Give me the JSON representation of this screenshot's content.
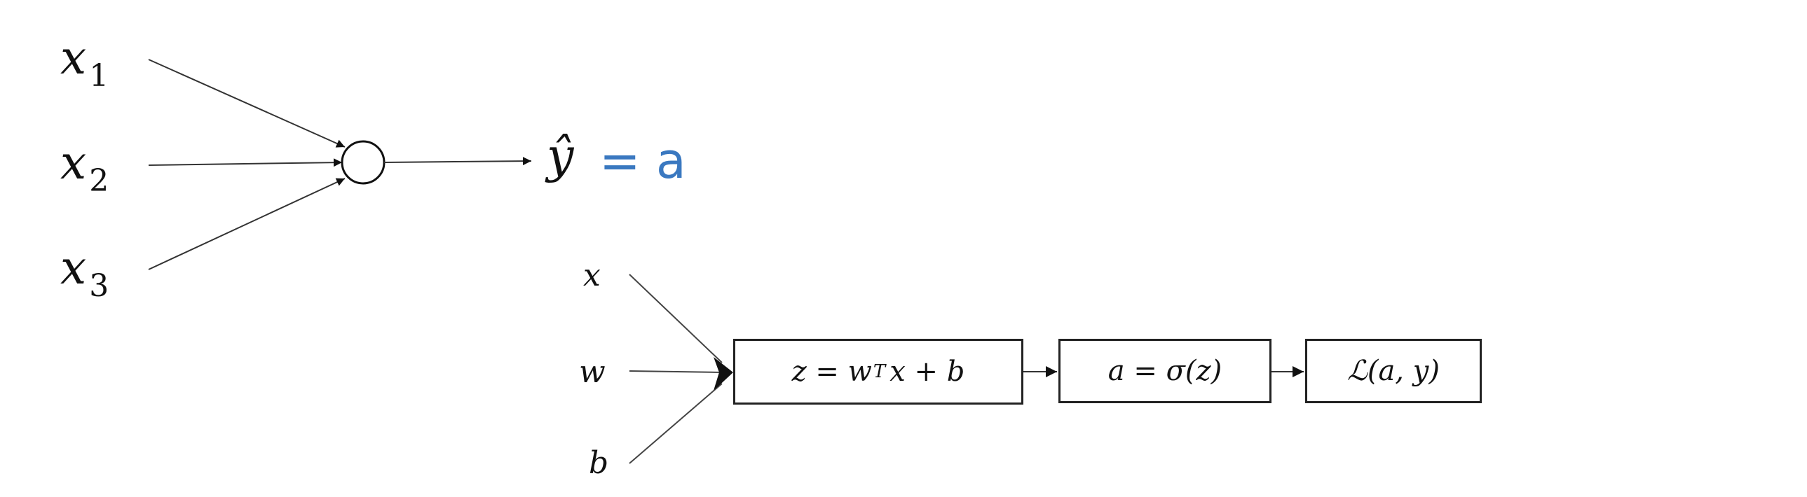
{
  "top_network": {
    "inputs": [
      {
        "var": "x",
        "sub": "1"
      },
      {
        "var": "x",
        "sub": "2"
      },
      {
        "var": "x",
        "sub": "3"
      }
    ],
    "output_label": "ŷ",
    "handwritten": "= a",
    "handwritten_color": "#3a78c0"
  },
  "graph": {
    "inputs": [
      "x",
      "w",
      "b"
    ],
    "box1": {
      "pre": "z = w",
      "sup": "T",
      "post": "x + b"
    },
    "box2": "a = σ(z)",
    "box3": "ℒ(a, y)"
  }
}
